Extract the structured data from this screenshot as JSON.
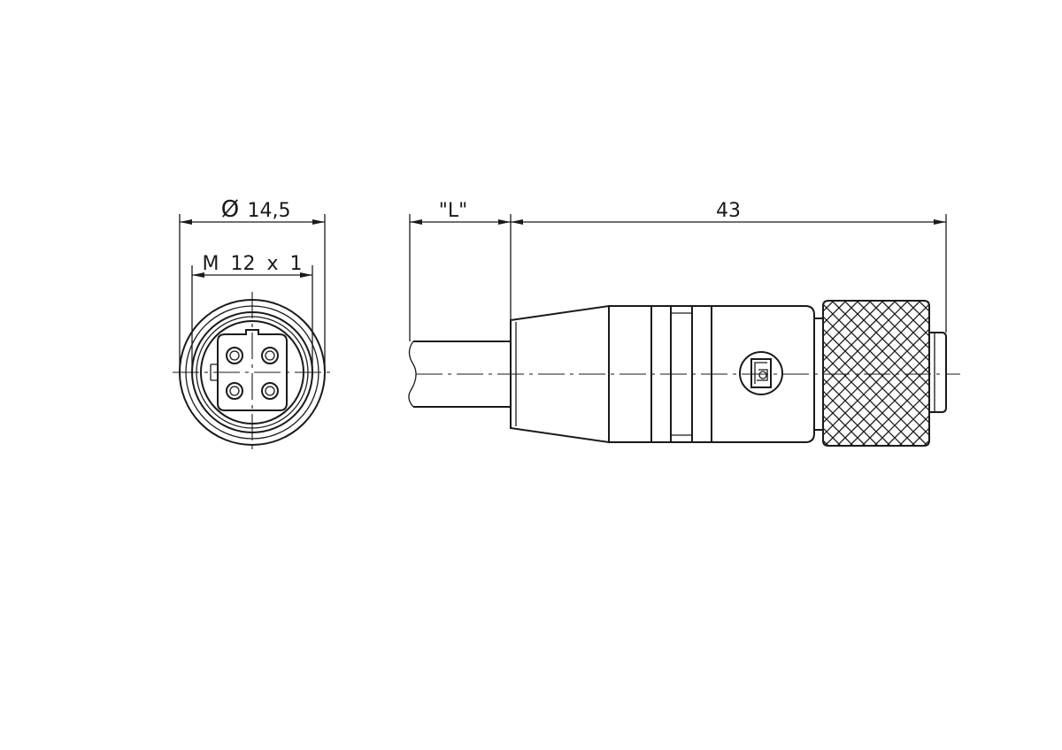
{
  "dimensions": {
    "outer_diameter": "14,5",
    "thread": "M 12 x 1",
    "cable_length": "\"L\"",
    "body_length": "43"
  },
  "diameter_symbol": "Ø"
}
